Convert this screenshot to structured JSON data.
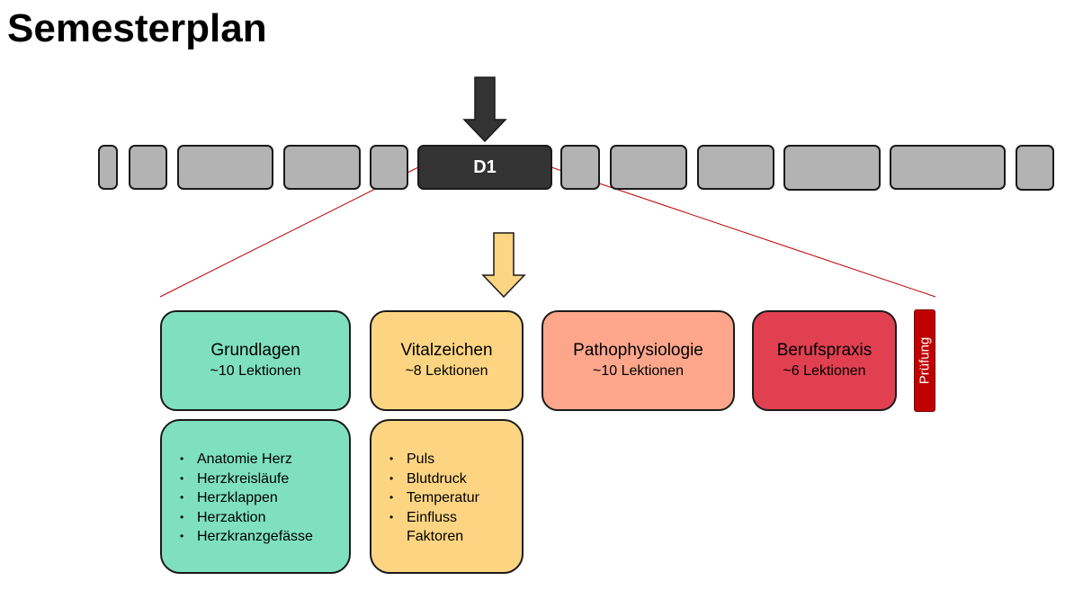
{
  "title": "Semesterplan",
  "timeline": {
    "active_label": "D1"
  },
  "modules": [
    {
      "title": "Grundlagen",
      "subtitle": "~10 Lektionen",
      "color": "#7ee0bf"
    },
    {
      "title": "Vitalzeichen",
      "subtitle": "~8 Lektionen",
      "color": "#fdd582"
    },
    {
      "title": "Pathophysiologie",
      "subtitle": "~10 Lektionen",
      "color": "#fea68b"
    },
    {
      "title": "Berufspraxis",
      "subtitle": "~6 Lektionen",
      "color": "#e04050"
    }
  ],
  "exam": {
    "label": "Prüfung",
    "color": "#c00000"
  },
  "details": [
    {
      "items": [
        "Anatomie Herz",
        "Herzkreisläufe",
        "Herzklappen",
        "Herzaktion",
        "Herzkranzgefässe"
      ]
    },
    {
      "items": [
        "Puls",
        "Blutdruck",
        "Temperatur",
        "Einfluss Faktoren"
      ]
    }
  ],
  "colors": {
    "timeline_segment": "#b3b3b3",
    "timeline_active": "#333333",
    "timeline_arrow": "#333333",
    "module_arrow": "#fdd582",
    "zoom_lines": "#c00000"
  }
}
